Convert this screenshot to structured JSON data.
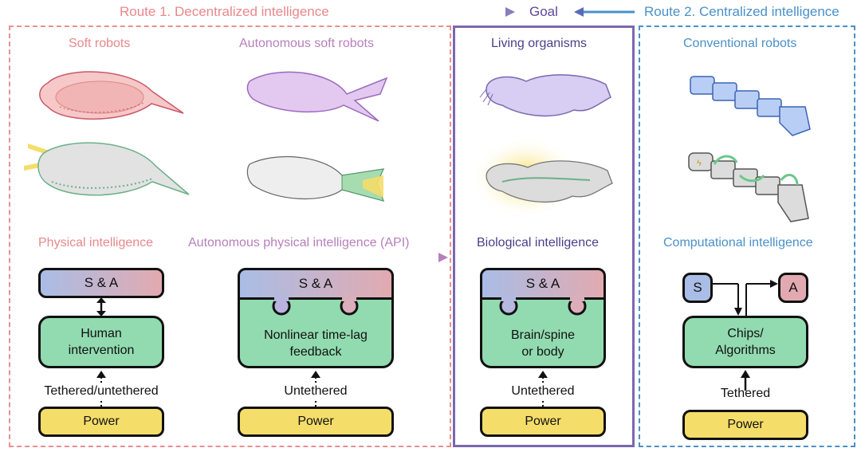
{
  "header": {
    "route1": "Route 1. Decentralized intelligence",
    "goal": "Goal",
    "route2": "Route 2. Centralized intelligence",
    "colors": {
      "route1": "#e8888c",
      "goal": "#6a55a8",
      "route2": "#4a90c8",
      "api": "#b77fbb"
    }
  },
  "sections": {
    "soft_robots": "Soft robots",
    "autonomous_soft_robots": "Autonomous soft robots",
    "living_organisms": "Living organisms",
    "conventional_robots": "Conventional robots",
    "physical_intelligence": "Physical intelligence",
    "api": "Autonomous physical intelligence (API)",
    "biological_intelligence": "Biological intelligence",
    "computational_intelligence": "Computational intelligence"
  },
  "blocks": {
    "sa": "S & A",
    "s": "S",
    "a": "A",
    "human_intervention": "Human\nintervention",
    "nonlinear_feedback": "Nonlinear time-lag\nfeedback",
    "brain_spine": "Brain/spine\nor body",
    "chips": "Chips/\nAlgorithms",
    "power": "Power"
  },
  "links": {
    "tethered_untethered": "Tethered/untethered",
    "untethered": "Untethered",
    "tethered": "Tethered"
  },
  "icons": [
    "stingray-soft-robot",
    "stingray-autonomous-robot",
    "cuttlefish-organism",
    "modular-snake-robot"
  ]
}
